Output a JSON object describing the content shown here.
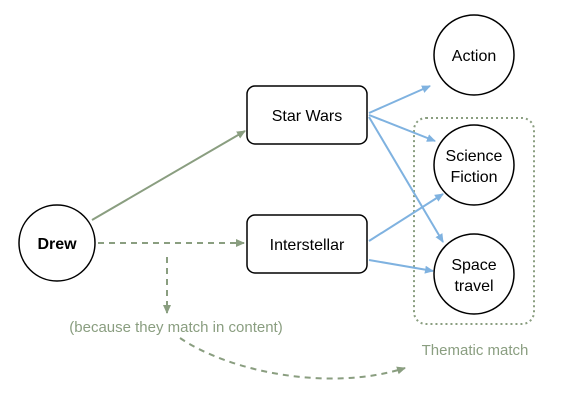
{
  "colors": {
    "green": "#8a9e80",
    "blue": "#7fb2e0",
    "node_stroke": "#000000",
    "node_fill": "#ffffff",
    "group_stroke": "#8a9e80"
  },
  "nodes": {
    "drew": "Drew",
    "star_wars": "Star Wars",
    "interstellar": "Interstellar",
    "action": "Action",
    "science_fiction": [
      "Science",
      "Fiction"
    ],
    "space_travel": [
      "Space",
      "travel"
    ]
  },
  "annotations": {
    "because": "(because they match in content)",
    "thematic_match": "Thematic match"
  }
}
